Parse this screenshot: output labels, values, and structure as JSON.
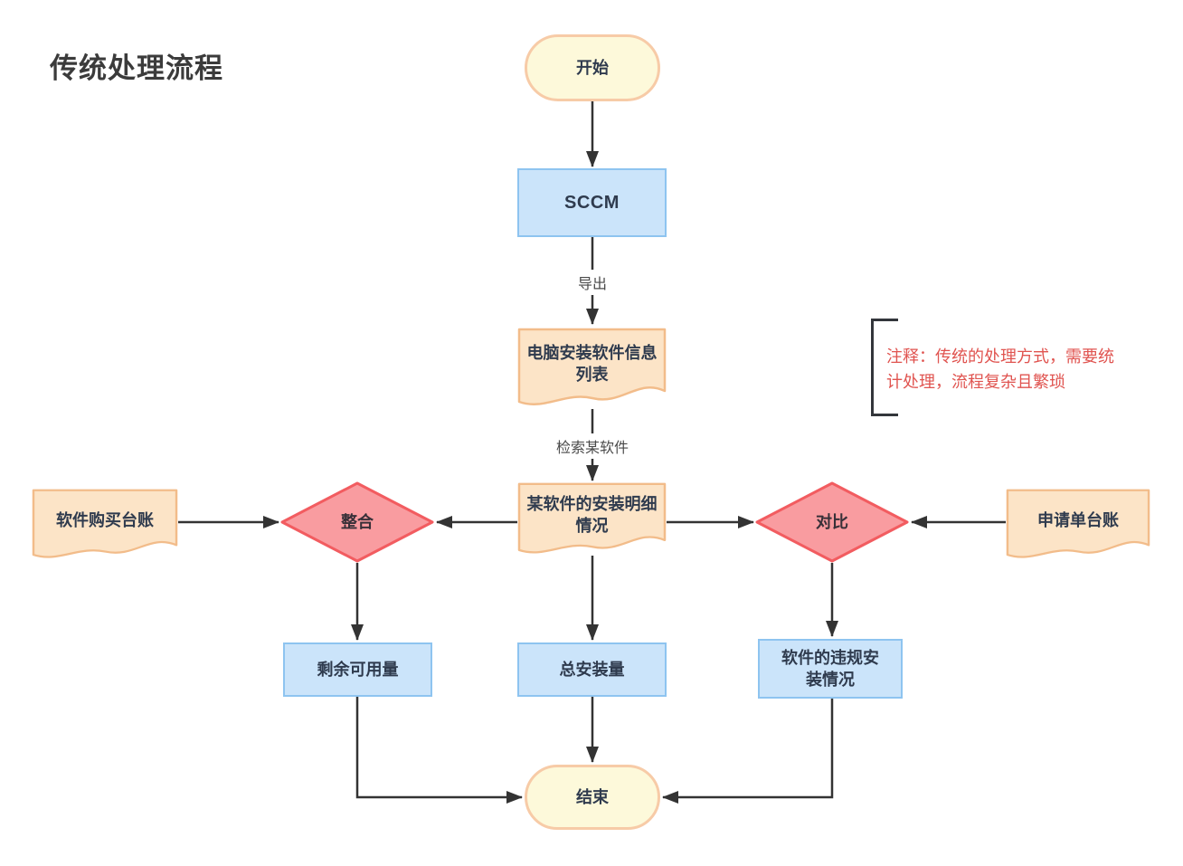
{
  "title": "传统处理流程",
  "colors": {
    "yellow_fill": "#FDF9DA",
    "yellow_border": "#F7CBA7",
    "blue_fill": "#CBE4FA",
    "blue_border": "#8EC4F0",
    "doc_fill": "#FCE4C7",
    "doc_border": "#F2BC8A",
    "diamond_fill": "#F99CA0",
    "diamond_border": "#F25C60",
    "arrow": "#333333",
    "note_red": "#E05450",
    "text_dark": "#2F3B4E"
  },
  "nodes": {
    "start": {
      "label": "开始",
      "type": "terminator"
    },
    "sccm": {
      "label": "SCCM",
      "type": "process"
    },
    "software_list": {
      "label": "电脑安装软件信息\n列表",
      "type": "document"
    },
    "install_detail": {
      "label": "某软件的安装明细\n情况",
      "type": "document"
    },
    "purchase_ledger": {
      "label": "软件购买台账",
      "type": "document"
    },
    "request_ledger": {
      "label": "申请单台账",
      "type": "document"
    },
    "merge": {
      "label": "整合",
      "type": "decision"
    },
    "compare": {
      "label": "对比",
      "type": "decision"
    },
    "remaining": {
      "label": "剩余可用量",
      "type": "process"
    },
    "total_installed": {
      "label": "总安装量",
      "type": "process"
    },
    "violation": {
      "label": "软件的违规安\n装情况",
      "type": "process"
    },
    "end": {
      "label": "结束",
      "type": "terminator"
    }
  },
  "edge_labels": {
    "export": "导出",
    "search": "检索某软件"
  },
  "note": {
    "text": "注释：传统的处理方式，需要统\n计处理，流程复杂且繁琐"
  }
}
